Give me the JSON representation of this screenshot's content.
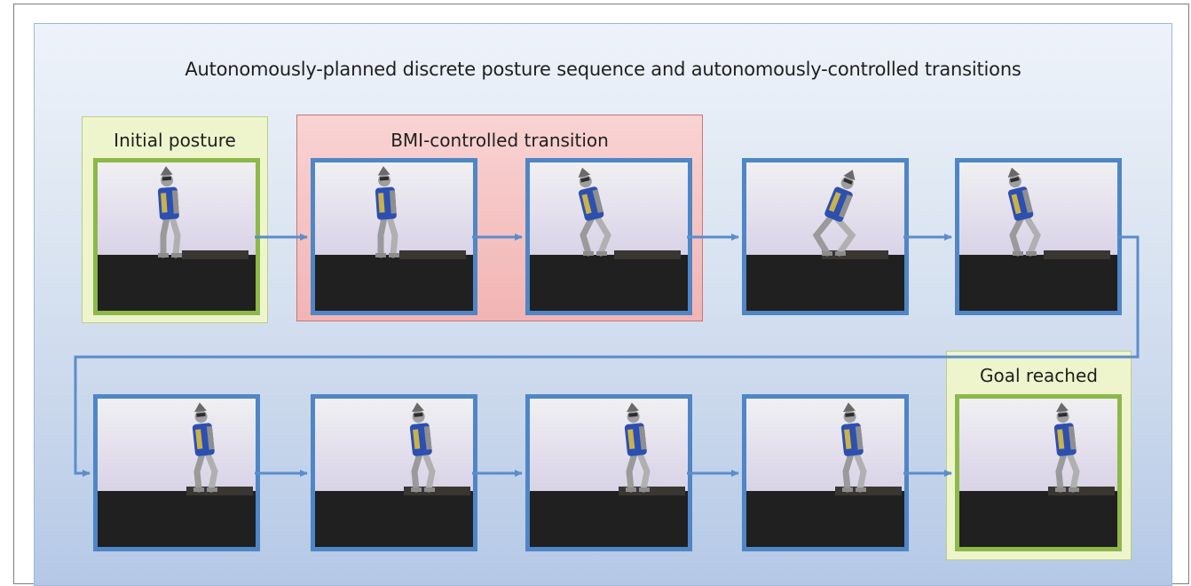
{
  "title": "Autonomously-planned discrete posture sequence and autonomously-controlled transitions",
  "groups": {
    "initial": "Initial posture",
    "bmi": "BMI-controlled transition",
    "goal": "Goal reached"
  },
  "colors": {
    "frame_border": "#4f86c6",
    "goal_frame_border": "#8db84a",
    "arrow": "#5b8dcc",
    "initial_group_fill": "#eef4cc",
    "bmi_group_fill": "#f4c0c0"
  },
  "frames": [
    {
      "id": 1,
      "pose": "standing"
    },
    {
      "id": 2,
      "pose": "standing"
    },
    {
      "id": 3,
      "pose": "leaning-back"
    },
    {
      "id": 4,
      "pose": "crouch-forward"
    },
    {
      "id": 5,
      "pose": "leaning-back"
    },
    {
      "id": 6,
      "pose": "standing-on-step"
    },
    {
      "id": 7,
      "pose": "standing-on-step"
    },
    {
      "id": 8,
      "pose": "standing-on-step"
    },
    {
      "id": 9,
      "pose": "standing-on-step"
    },
    {
      "id": 10,
      "pose": "standing-on-step"
    }
  ]
}
